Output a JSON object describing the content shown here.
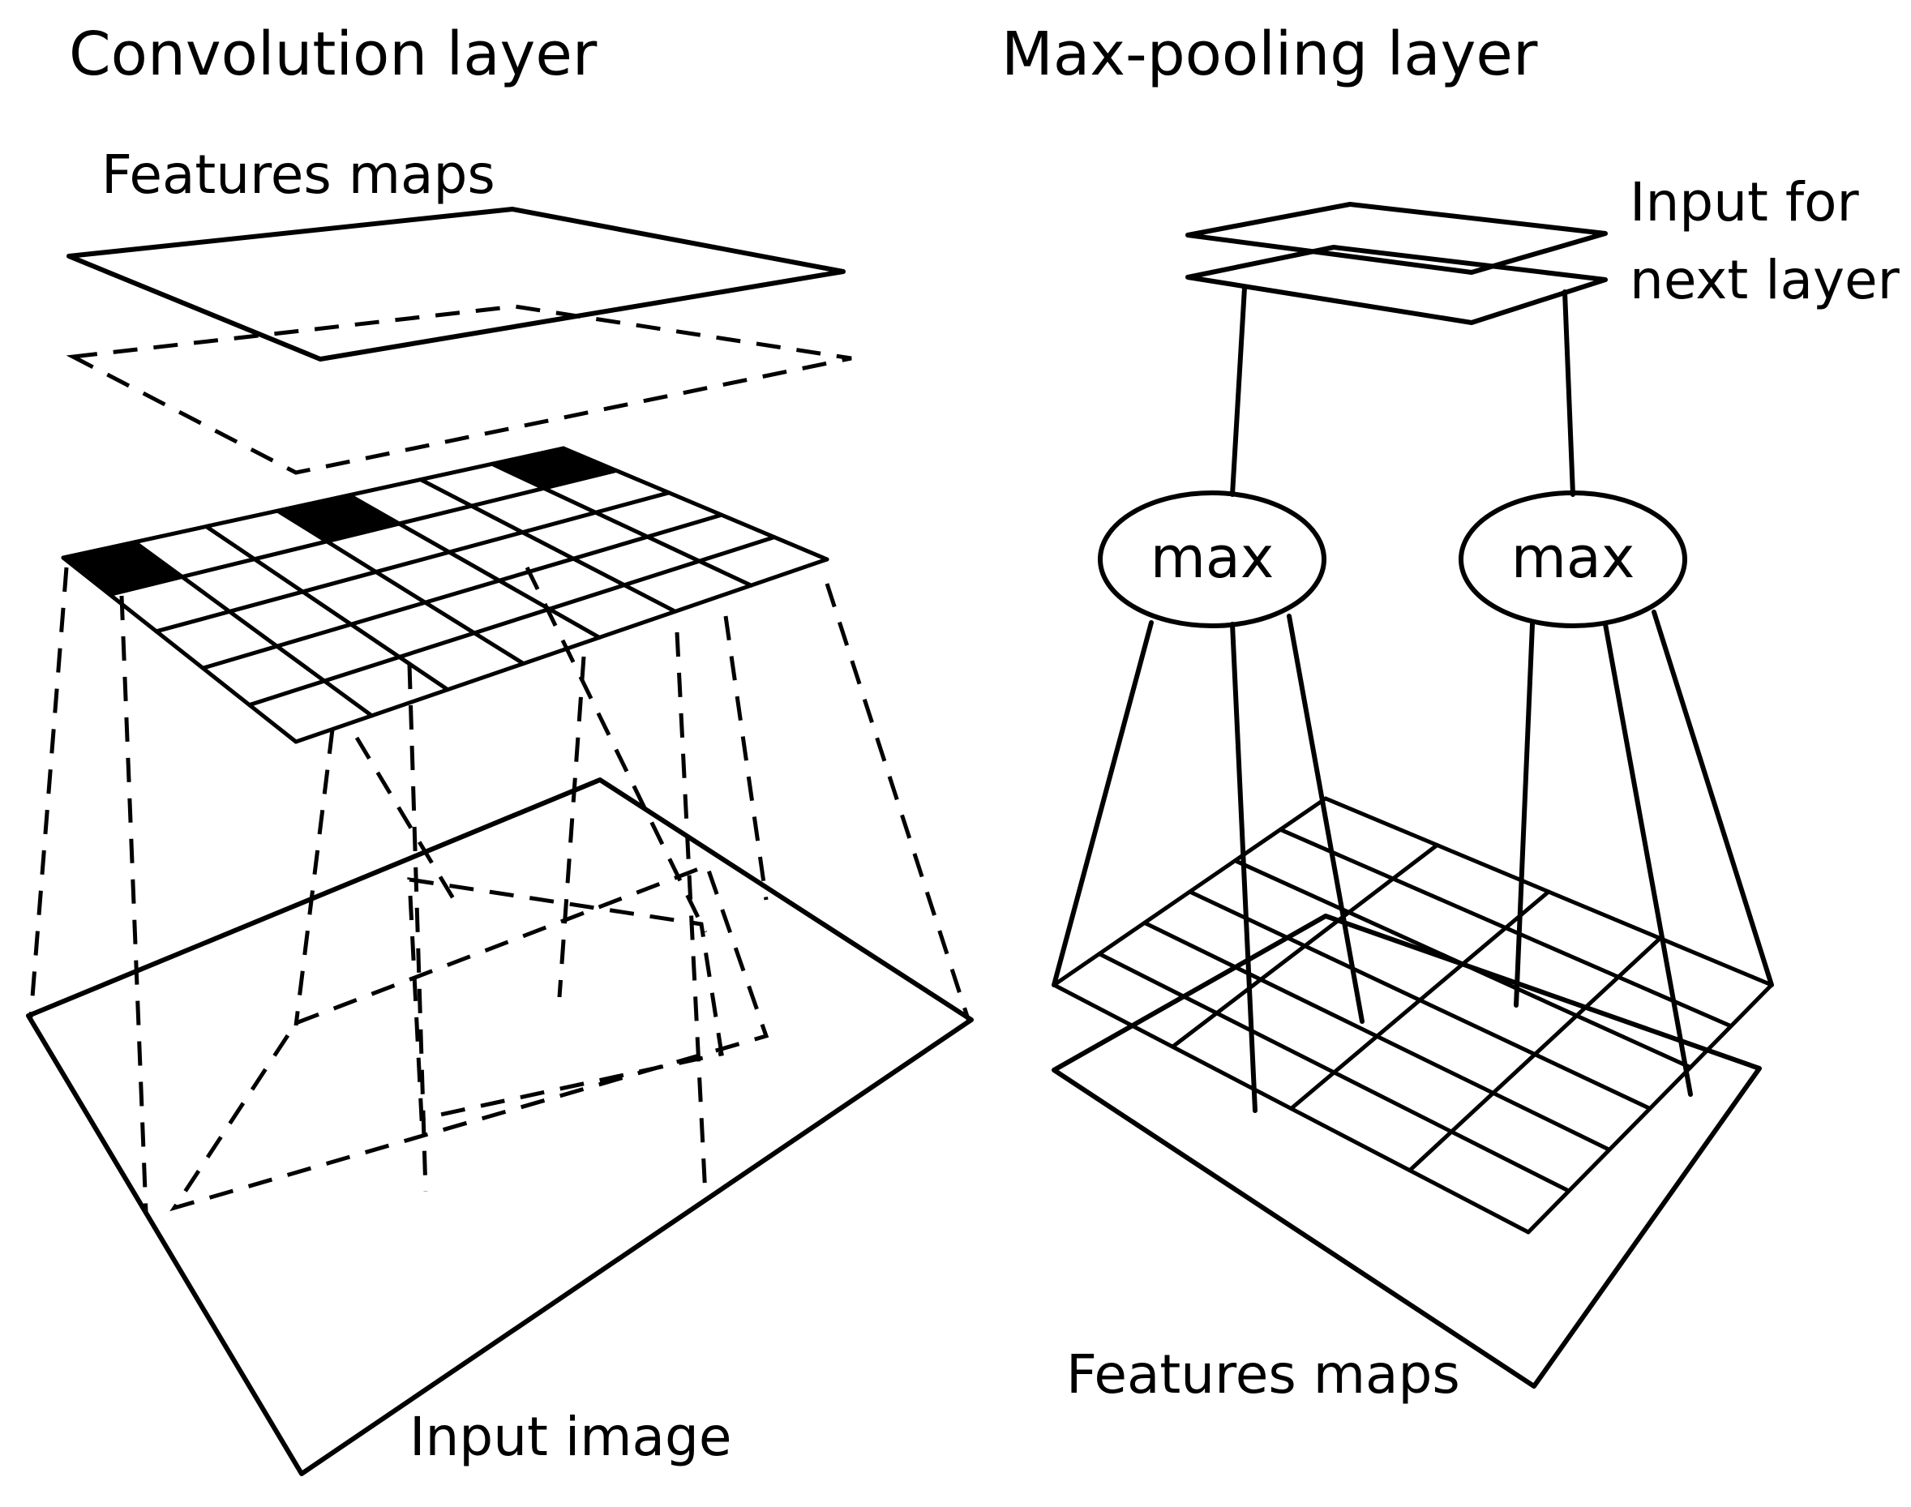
{
  "convolution": {
    "title": "Convolution layer",
    "top_label": "Features maps",
    "bottom_label": "Input image"
  },
  "maxpool": {
    "title": "Max-pooling layer",
    "output_label_line1": "Input for",
    "output_label_line2": "next layer",
    "node_left": "max",
    "node_right": "max",
    "bottom_label": "Features maps"
  }
}
